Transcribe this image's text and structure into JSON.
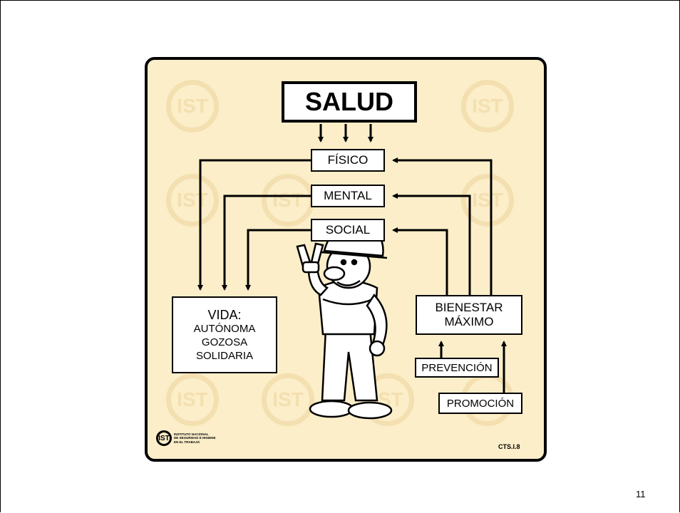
{
  "diagram": {
    "title": "SALUD",
    "components": [
      "FÍSICO",
      "MENTAL",
      "SOCIAL"
    ],
    "left_box": {
      "heading": "VIDA:",
      "line1": "AUTÓNOMA",
      "line2": "GOZOSA",
      "line3": "SOLIDARIA"
    },
    "right_box": {
      "line1": "BIENESTAR",
      "line2": "MÁXIMO"
    },
    "inputs": [
      "PREVENCIÓN",
      "PROMOCIÓN"
    ],
    "watermark_text": "IST"
  },
  "footer": {
    "logo_lines": [
      "INSTITUTO NACIONAL",
      "DE SEGURIDAD E HIGIENE",
      "EN EL TRABAJO"
    ],
    "slide_code": "CTS.I.8"
  },
  "page_number": "11",
  "colors": {
    "slide_background": "#fbeec9",
    "watermark": "#f4dfb0"
  }
}
